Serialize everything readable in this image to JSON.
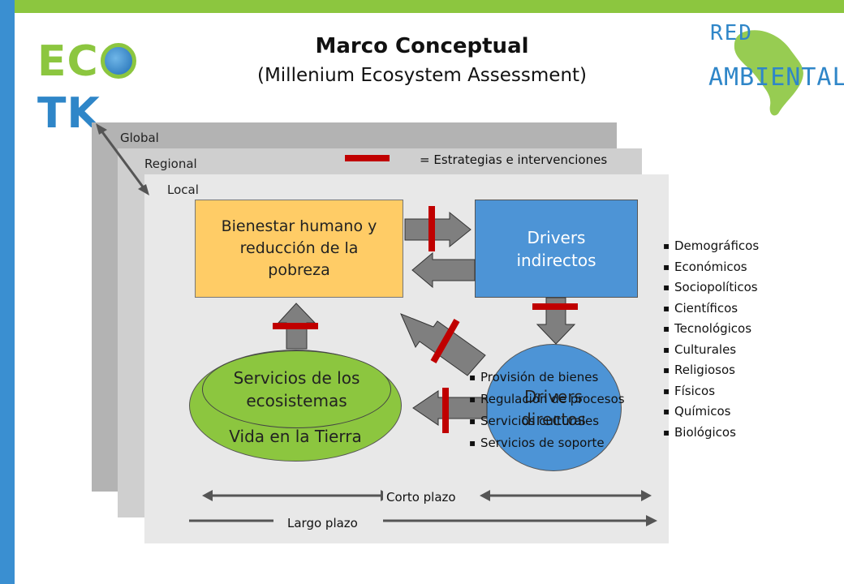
{
  "header": {
    "title": "Marco Conceptual",
    "subtitle": "(Millenium Ecosystem Assessment)"
  },
  "logos": {
    "left": {
      "part1": "EC",
      "part2": "TK"
    },
    "right": {
      "line1": "RED",
      "line2": "AMBIENTAL"
    }
  },
  "layers": {
    "global": "Global",
    "regional": "Regional",
    "local": "Local"
  },
  "legend": {
    "text": "= Estrategias e intervenciones"
  },
  "nodes": {
    "bienestar": "Bienestar humano y reducción de la pobreza",
    "drivers_indirectos": "Drivers indirectos",
    "servicios": "Servicios de los ecosistemas",
    "vida": "Vida en la Tierra",
    "drivers_directos": "Drivers directos"
  },
  "servicios_list": [
    "Provisión de bienes",
    "Regulación de procesos",
    "Servicios culturales",
    "Servicios de soporte"
  ],
  "drivers_list": [
    "Demográficos",
    "Económicos",
    "Sociopolíticos",
    "Científicos",
    "Tecnológicos",
    "Culturales",
    "Religiosos",
    "Físicos",
    "Químicos",
    "Biológicos"
  ],
  "timeframes": {
    "short": "Corto plazo",
    "long": "Largo plazo"
  },
  "colors": {
    "accent_green": "#8cc63f",
    "accent_blue": "#3a8fd1",
    "intervention_red": "#c00000",
    "bienestar_fill": "#ffcc66",
    "drivers_fill": "#4d94d6"
  }
}
